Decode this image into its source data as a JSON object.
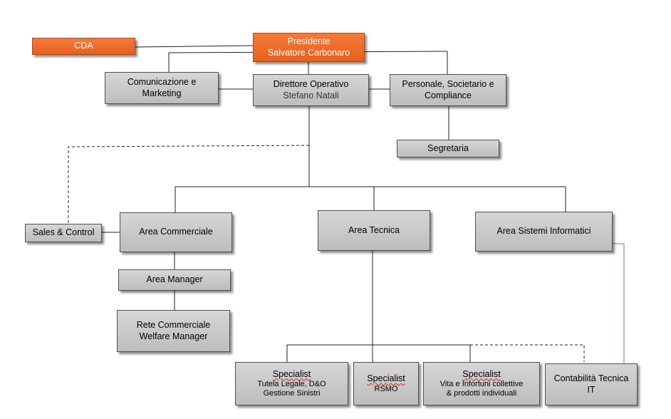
{
  "nodes": {
    "cda": "CDA",
    "presidente_title": "Presidente",
    "presidente_name": "Salvatore Carbonaro",
    "comunicazione_l1": "Comunicazione e",
    "comunicazione_l2": "Marketing",
    "direttore_title": "Direttore Operativo",
    "direttore_name": "Stefano Natali",
    "personale_l1": "Personale, Societario e",
    "personale_l2": "Compliance",
    "segretaria": "Segretaria",
    "sales_control": "Sales & Control",
    "area_commerciale": "Area Commerciale",
    "area_tecnica": "Area Tecnica",
    "area_sistemi": "Area Sistemi Informatici",
    "area_manager": "Area Manager",
    "rete_l1": "Rete Commerciale",
    "rete_l2": "Welfare Manager",
    "spec1_title": "Specialist",
    "spec1_l1": "Tutela Legale, D&O",
    "spec1_l2": "Gestione Sinistri",
    "spec2_title": "Specialist",
    "spec2_l1": "RSMO",
    "spec3_title": "Specialist",
    "spec3_l1": "Vita e Infortuni  collettive",
    "spec3_l2": "& prodotti individuali",
    "contabilita_l1": "Contabilità Tecnica",
    "contabilita_l2": "IT"
  },
  "colors": {
    "accent_orange": "#ee6a28",
    "box_gray": "#c8c8c8",
    "line_dark": "#222222",
    "line_blue": "#7f9db9"
  }
}
